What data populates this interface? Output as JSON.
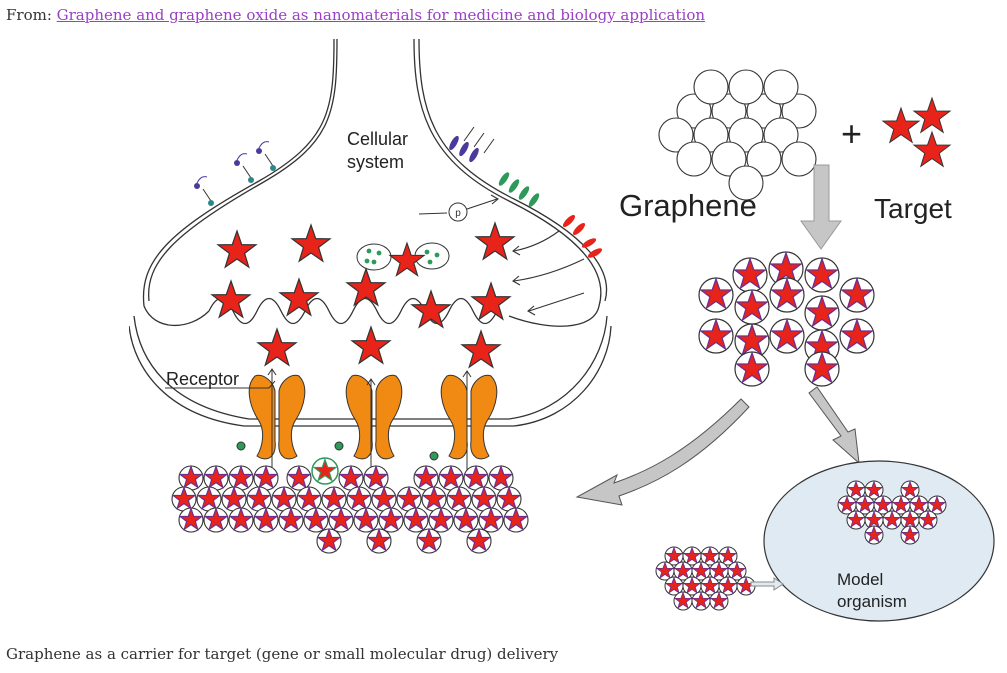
{
  "header": {
    "prefix": "From: ",
    "link_text": "Graphene and graphene oxide as nanomaterials for medicine and biology application"
  },
  "figure": {
    "label_cellular_line1": "Cellular",
    "label_cellular_line2": "system",
    "label_p": "p",
    "label_receptor": "Receptor",
    "label_graphene": "Graphene",
    "label_plus": "+",
    "label_target": "Target",
    "label_model_line1": "Model",
    "label_model_line2": "organism"
  },
  "caption": "Graphene as a carrier for target (gene or small molecular drug) delivery",
  "colors": {
    "link": "#9b3fc4",
    "star_red": "#e8231a",
    "star_outline": "#6b2f8f",
    "receptor_orange": "#f08a12",
    "organism_fill": "#dfeaf2",
    "arrow_gray": "#b8b8b8",
    "channel_green": "#2e9a5a",
    "channel_purple": "#4b3a9a"
  }
}
